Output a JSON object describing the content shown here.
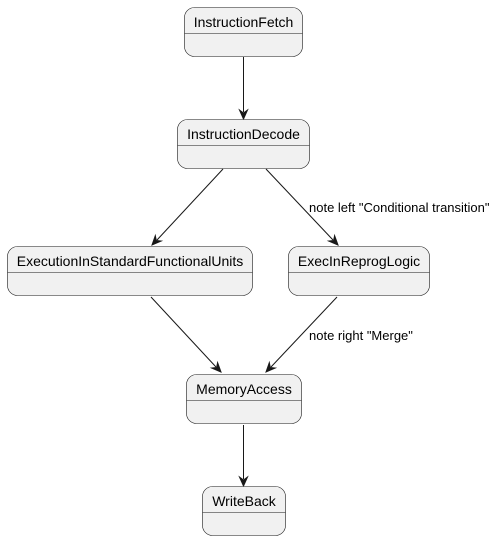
{
  "states": {
    "instruction_fetch": "InstructionFetch",
    "instruction_decode": "InstructionDecode",
    "execution_standard": "ExecutionInStandardFunctionalUnits",
    "exec_reprog": "ExecInReprogLogic",
    "memory_access": "MemoryAccess",
    "write_back": "WriteBack"
  },
  "transitions": {
    "decode_to_reprog_label": "note left \"Conditional transition\"",
    "reprog_to_memory_label": "note right \"Merge\""
  },
  "colors": {
    "state_fill": "#f1f1f1",
    "stroke": "#181818"
  }
}
